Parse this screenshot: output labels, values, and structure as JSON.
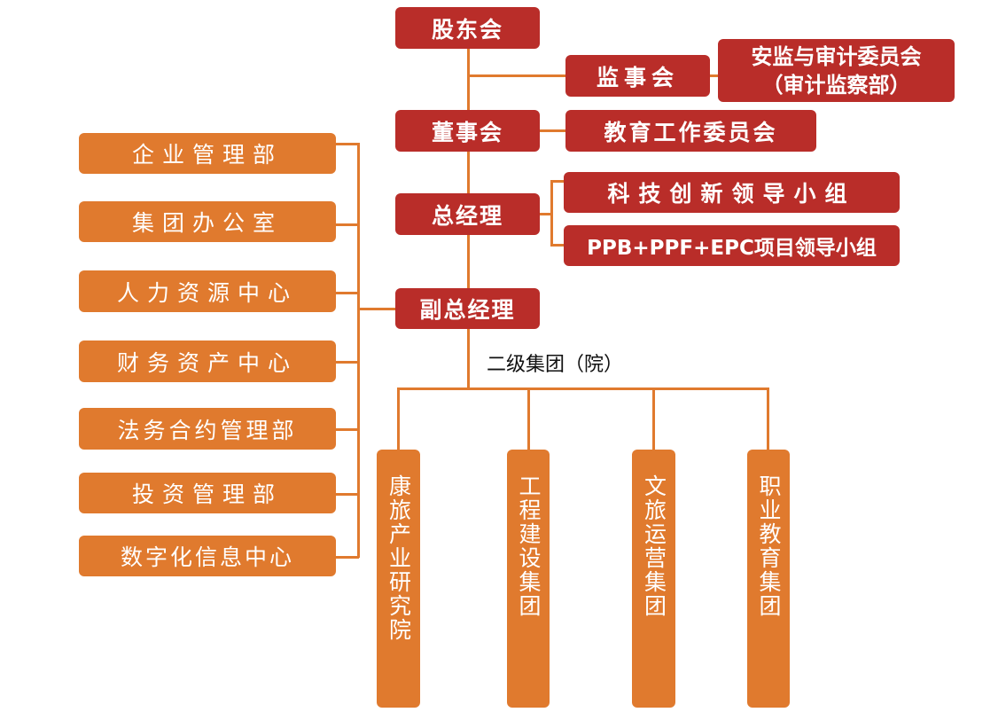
{
  "top": {
    "shareholders": "股东会",
    "supervisors": "监事会",
    "audit_committee_line1": "安监与审计委员会",
    "audit_committee_line2": "（审计监察部）",
    "board": "董事会",
    "education_committee": "教育工作委员会",
    "gm": "总经理",
    "tech_group": "科技创新领导小组",
    "ppp_group": "PPB+PPF+EPC项目领导小组",
    "deputy_gm": "副总经理"
  },
  "departments": [
    "企业管理部",
    "集团办公室",
    "人力资源中心",
    "财务资产中心",
    "法务合约管理部",
    "投资管理部",
    "数字化信息中心"
  ],
  "second_level_label": "二级集团（院）",
  "second_level": [
    "康旅产业研究院",
    "工程建设集团",
    "文旅运营集团",
    "职业教育集团"
  ],
  "colors": {
    "primary": "#b92d29",
    "secondary": "#e07a2e"
  }
}
